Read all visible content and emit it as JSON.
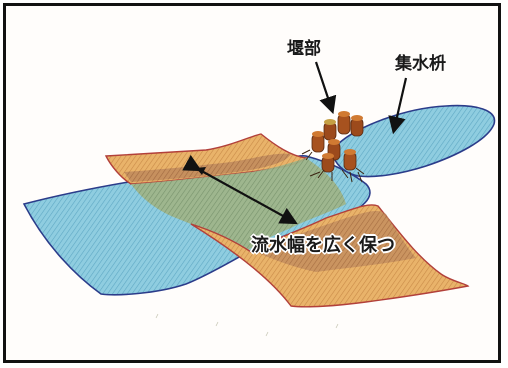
{
  "labels": {
    "weir": "堰部",
    "catch_basin": "集水枡",
    "flow_width": "流水幅を広く保つ"
  },
  "colors": {
    "water": "#7ec3d8",
    "bank": "#e0a55e",
    "bank_dark": "#b0734a",
    "overlap": "#8aa07a",
    "outline": "#2b3c8a",
    "bank_outline": "#b2403a",
    "stump": "#9c4a1c"
  },
  "icons": [
    "arrow-icon",
    "tree-stump-icon"
  ]
}
